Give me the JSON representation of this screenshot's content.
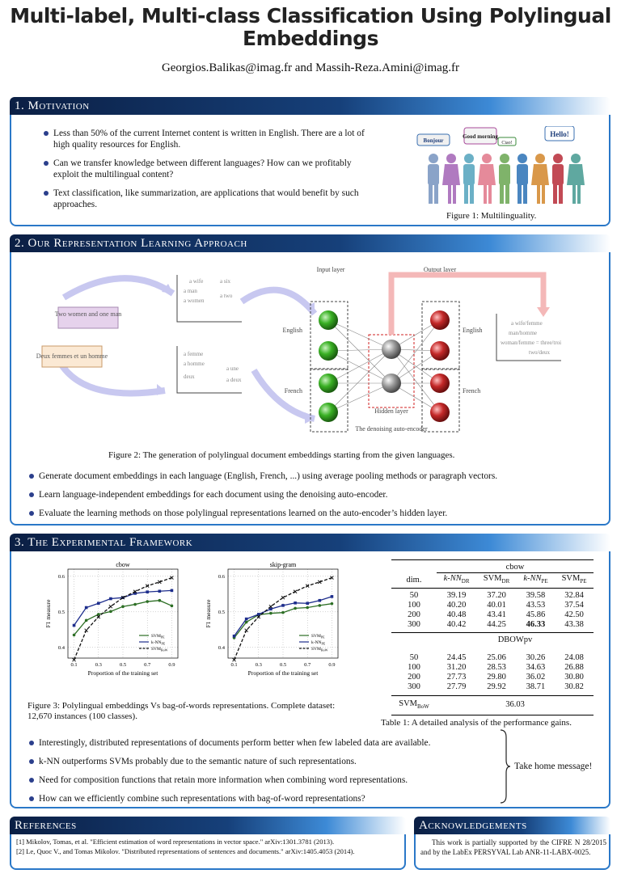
{
  "header": {
    "title": "Multi-label, Multi-class Classification Using Polylingual Embeddings",
    "authors": "Georgios.Balikas@imag.fr and Massih-Reza.Amini@imag.fr"
  },
  "motivation": {
    "heading": "1. Motivation",
    "bullets": [
      "Less than 50% of the current Internet content is written in English.  There are a lot of high quality resources for English.",
      "Can we transfer knowledge between different languages?  How can we profitably exploit the multilingual content?",
      "Text classification, like summarization, are applications that would benefit by such approaches."
    ],
    "figure_caption": "Figure 1: Multilinguality.",
    "bubbles": [
      "Bonjour",
      "Good morning",
      "Ciao!",
      "Hello!"
    ]
  },
  "approach": {
    "heading": "2. Our Representation Learning Approach",
    "doc_en": "Two women and one man",
    "doc_fr": "Deux femmes et un homme",
    "en_space": [
      "a wife",
      "a man",
      "a women",
      "a six",
      "a two"
    ],
    "fr_space": [
      "a femme",
      "a homme",
      "deux",
      "a une",
      "a deux"
    ],
    "input_layer": "Input layer",
    "output_layer": "Output layer",
    "hidden_layer": "Hidden layer",
    "denoise_label": "The denoising auto-encoder",
    "lang_en": "English",
    "lang_fr": "French",
    "out_space": [
      "a wife/femme",
      "man/homme",
      "woman/femme = three/trois",
      "two/deux"
    ],
    "figure_caption": "Figure 2: The generation of polylingual document embeddings starting from the given languages.",
    "bullets": [
      "Generate document embeddings in each language (English, French, ...) using average pooling methods or paragraph vectors.",
      "Learn language-independent embeddings for each document using the denoising auto-encoder.",
      "Evaluate the learning methods on those polylingual representations learned on the auto-encoder’s hidden layer."
    ]
  },
  "framework": {
    "heading": "3. The Experimental Framework",
    "figure_caption": "Figure 3:  Polylingual embeddings Vs bag-of-words representations.  Complete dataset: 12,670 instances (100 classes).",
    "table_caption": "Table 1: A detailed analysis of the performance gains.",
    "table": {
      "group1": "cbow",
      "group2": "DBOWpv",
      "col_dim": "dim.",
      "cols": [
        "k-NN",
        "SVM",
        "k-NN",
        "SVM"
      ],
      "col_subs": [
        "DR",
        "DR",
        "PE",
        "PE"
      ],
      "rows_cbow": [
        [
          "50",
          "39.19",
          "37.20",
          "39.58",
          "32.84"
        ],
        [
          "100",
          "40.20",
          "40.01",
          "43.53",
          "37.54"
        ],
        [
          "200",
          "40.48",
          "43.41",
          "45.86",
          "42.50"
        ],
        [
          "300",
          "40.42",
          "44.25",
          "46.33",
          "43.38"
        ]
      ],
      "rows_dbow": [
        [
          "50",
          "24.45",
          "25.06",
          "30.26",
          "24.08"
        ],
        [
          "100",
          "31.20",
          "28.53",
          "34.63",
          "26.88"
        ],
        [
          "200",
          "27.73",
          "29.80",
          "36.02",
          "30.80"
        ],
        [
          "300",
          "27.79",
          "29.92",
          "38.71",
          "30.82"
        ]
      ],
      "bow_label": "SVM",
      "bow_sub": "BoW",
      "bow_value": "36.03"
    },
    "bullets": [
      "Interestingly, distributed representations of documents perform better when few labeled data are available.",
      "k-NN outperforms SVMs probably due to the semantic nature of such representations.",
      "Need for composition functions that retain more information when combining word representations.",
      "How can we efficiently combine such representations with bag-of-word representations?"
    ],
    "take_home": "Take home message!"
  },
  "chart_data": [
    {
      "type": "line",
      "title": "cbow",
      "xlabel": "Proportion of the training set",
      "ylabel": "F1 measure",
      "xlim": [
        0.05,
        0.95
      ],
      "ylim": [
        0.37,
        0.62
      ],
      "xticks": [
        "0.1",
        "0.3",
        "0.5",
        "0.7",
        "0.9"
      ],
      "yticks": [
        "0.4",
        "0.5",
        "0.6"
      ],
      "x": [
        0.1,
        0.2,
        0.3,
        0.4,
        0.5,
        0.6,
        0.7,
        0.8,
        0.9
      ],
      "series": [
        {
          "name": "SVMPE",
          "color": "#2c6e24",
          "values": [
            0.435,
            0.476,
            0.493,
            0.501,
            0.515,
            0.521,
            0.529,
            0.532,
            0.517
          ]
        },
        {
          "name": "k-NNPE",
          "color": "#1d2d8c",
          "values": [
            0.462,
            0.512,
            0.524,
            0.537,
            0.54,
            0.552,
            0.556,
            0.558,
            0.56
          ]
        },
        {
          "name": "SVMBoW",
          "color": "#111111",
          "values": [
            0.365,
            0.448,
            0.486,
            0.515,
            0.54,
            0.557,
            0.573,
            0.584,
            0.596
          ]
        }
      ],
      "legend": "bottom-right"
    },
    {
      "type": "line",
      "title": "skip-gram",
      "xlabel": "Proportion of the training set",
      "ylabel": "F1 measure",
      "xlim": [
        0.05,
        0.95
      ],
      "ylim": [
        0.37,
        0.62
      ],
      "xticks": [
        "0.1",
        "0.3",
        "0.5",
        "0.7",
        "0.9"
      ],
      "yticks": [
        "0.4",
        "0.5",
        "0.6"
      ],
      "x": [
        0.1,
        0.2,
        0.3,
        0.4,
        0.5,
        0.6,
        0.7,
        0.8,
        0.9
      ],
      "series": [
        {
          "name": "SVMPE",
          "color": "#2c6e24",
          "values": [
            0.427,
            0.471,
            0.492,
            0.496,
            0.498,
            0.51,
            0.512,
            0.518,
            0.523
          ]
        },
        {
          "name": "k-NNPE",
          "color": "#1d2d8c",
          "values": [
            0.432,
            0.48,
            0.493,
            0.508,
            0.518,
            0.525,
            0.524,
            0.532,
            0.543
          ]
        },
        {
          "name": "SVMBoW",
          "color": "#111111",
          "values": [
            0.365,
            0.448,
            0.486,
            0.515,
            0.54,
            0.557,
            0.573,
            0.584,
            0.596
          ]
        }
      ],
      "legend": "bottom-right"
    }
  ],
  "references": {
    "heading": "References",
    "items": [
      "[1]  Mikolov, Tomas, et al. \"Efficient estimation of word representations in vector space.\" arXiv:1301.3781 (2013).",
      "[2]  Le, Quoc V., and Tomas Mikolov. \"Distributed representations of sentences and documents.\" arXiv:1405.4053 (2014)."
    ]
  },
  "acknowledgements": {
    "heading": "Acknowledgements",
    "text": "This work is partially supported by the CIFRE N 28/2015 and by the LabEx PERSYVAL Lab ANR-11-LABX-0025."
  }
}
